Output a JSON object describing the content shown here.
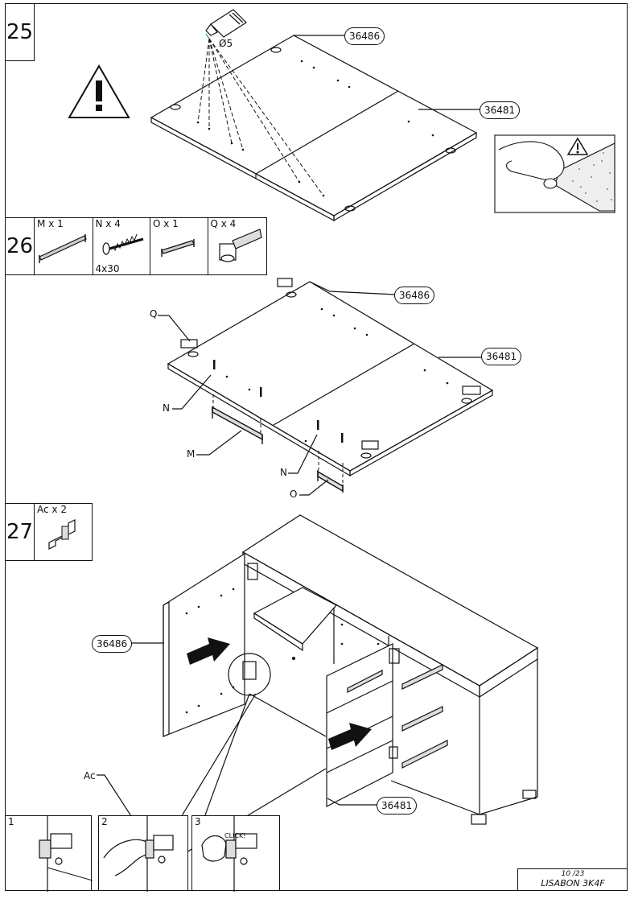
{
  "steps": {
    "s25": {
      "number": "25",
      "drill": "Ø5",
      "ref_top": "36486",
      "ref_right": "36481"
    },
    "s26": {
      "number": "26",
      "parts": [
        {
          "qty": "M x 1",
          "size": ""
        },
        {
          "qty": "N x 4",
          "size": "4x30"
        },
        {
          "qty": "O x 1",
          "size": ""
        },
        {
          "qty": "Q x 4",
          "size": ""
        }
      ],
      "ref_top": "36486",
      "ref_right": "36481",
      "letters": {
        "q": "Q",
        "n1": "N",
        "m": "M",
        "n2": "N",
        "o": "O"
      }
    },
    "s27": {
      "number": "27",
      "part": {
        "qty": "Ac x 2"
      },
      "ref_left": "36486",
      "ref_bottom": "36481",
      "letter_ac": "Ac",
      "sub": [
        {
          "num": "1"
        },
        {
          "num": "2"
        },
        {
          "num": "3",
          "click": "CLICK!"
        }
      ]
    }
  },
  "footer": {
    "page": "10 /23",
    "model": "LISABON 3K4F"
  },
  "icons": [
    "warning-triangle-icon",
    "drill-icon",
    "handle-icon",
    "screw-icon",
    "hinge-icon",
    "clip-icon",
    "arrow-icon"
  ]
}
